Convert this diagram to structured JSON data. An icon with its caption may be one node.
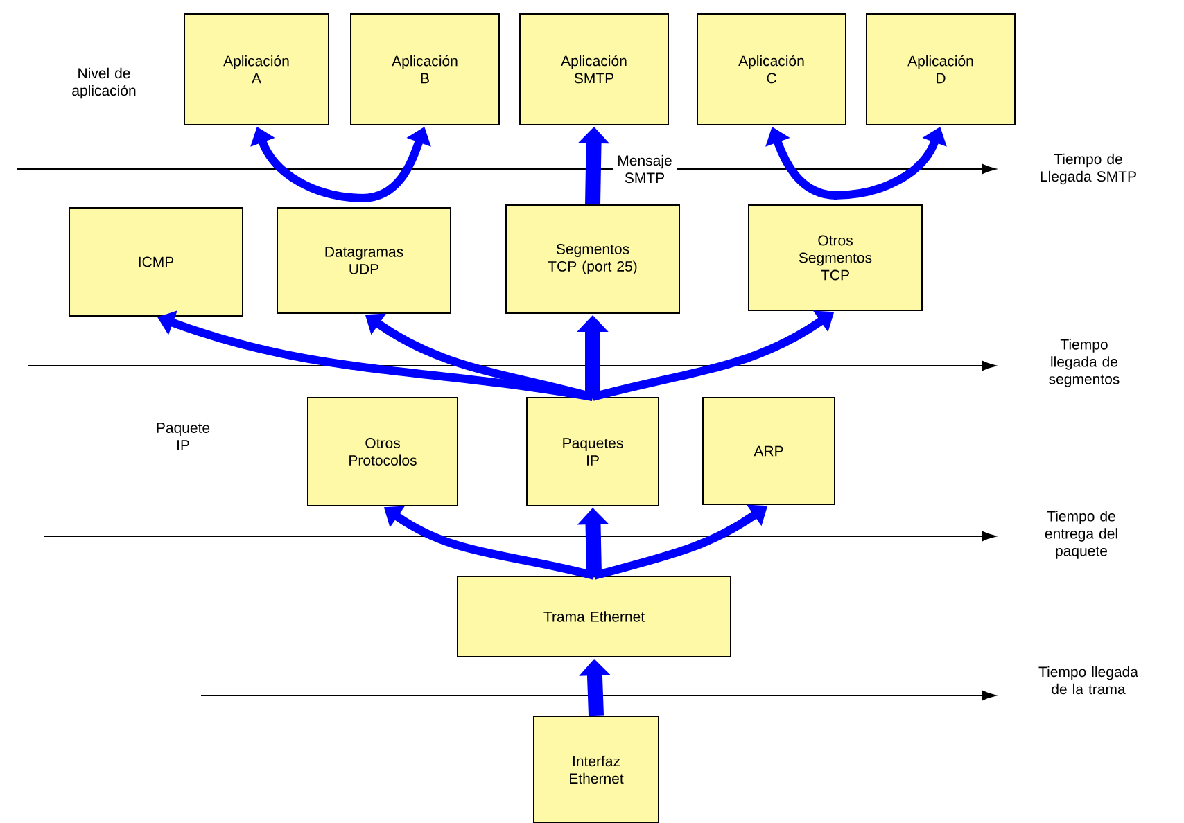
{
  "diagram": {
    "nodes": [
      {
        "text": [
          "Aplicación A"
        ]
      },
      {
        "text": [
          "Aplicación B"
        ]
      },
      {
        "text": [
          "Aplicación SMTP"
        ]
      },
      {
        "text": [
          "Aplicación C"
        ]
      },
      {
        "text": [
          "Aplicación D"
        ]
      },
      {
        "text": [
          "ICMP"
        ]
      },
      {
        "text": [
          "Datagramas UDP"
        ]
      },
      {
        "text": [
          "Segmentos TCP (port 25)"
        ]
      },
      {
        "text": [
          "Otros Segmentos TCP"
        ]
      },
      {
        "text": [
          "Otros Protocolos"
        ]
      },
      {
        "text": [
          "Paquetes IP"
        ]
      },
      {
        "text": [
          "ARP"
        ]
      },
      {
        "text": [
          "Trama Ethernet"
        ]
      },
      {
        "text": [
          "Interfaz Ethernet"
        ]
      }
    ],
    "edges": [
      {
        "from": 6,
        "to": 0,
        "arrow": "to"
      },
      {
        "from": 6,
        "to": 1,
        "arrow": "to"
      },
      {
        "from": 7,
        "to": 2,
        "arrow": "to",
        "style": "thick"
      },
      {
        "from": 8,
        "to": 3,
        "arrow": "to"
      },
      {
        "from": 8,
        "to": 4,
        "arrow": "to"
      },
      {
        "from": 10,
        "to": 5,
        "arrow": "to"
      },
      {
        "from": 10,
        "to": 6,
        "arrow": "to"
      },
      {
        "from": 10,
        "to": 7,
        "arrow": "to",
        "style": "thick"
      },
      {
        "from": 10,
        "to": 8,
        "arrow": "to"
      },
      {
        "from": 12,
        "to": 9,
        "arrow": "to"
      },
      {
        "from": 12,
        "to": 10,
        "arrow": "to",
        "style": "thick"
      },
      {
        "from": 12,
        "to": 11,
        "arrow": "to"
      },
      {
        "from": 13,
        "to": 12,
        "arrow": "to",
        "style": "thick"
      }
    ],
    "labels": [
      "Nivel de aplicación",
      "Mensaje SMTP",
      "Tiempo de Llegada SMTP",
      "Tiempo llegada de segmentos",
      "Paquete IP",
      "Tiempo de entrega del paquete",
      "Tiempo llegada de la trama"
    ]
  }
}
